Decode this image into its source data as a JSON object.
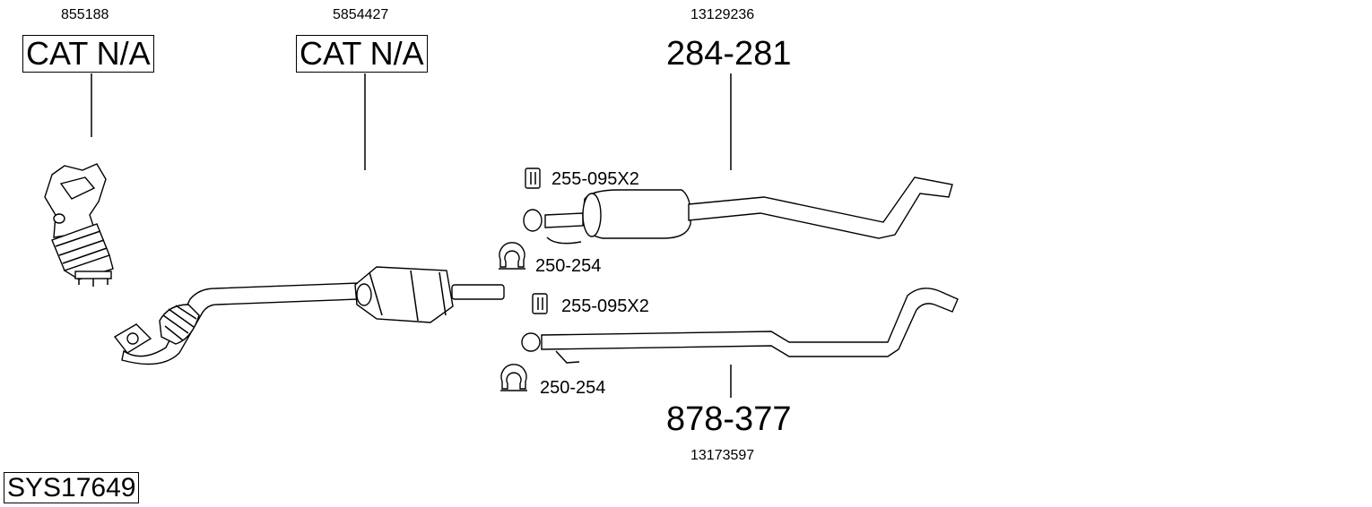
{
  "parts": {
    "manifold": {
      "oe_number": "855188",
      "part_label": "CAT N/A"
    },
    "catalyst": {
      "oe_number": "5854427",
      "part_label": "CAT N/A"
    },
    "rear_silencer": {
      "oe_number": "13129236",
      "part_label": "284-281"
    },
    "rear_pipe": {
      "oe_number": "13173597",
      "part_label": "878-377"
    }
  },
  "accessories": {
    "rubber_mount_top": "255-095X2",
    "clamp_top": "250-254",
    "rubber_mount_bottom": "255-095X2",
    "clamp_bottom": "250-254"
  },
  "system_id": "SYS17649",
  "icons": {
    "rubber_mount": "rubber-mount-icon",
    "clamp": "pipe-clamp-icon"
  },
  "colors": {
    "line": "#000000",
    "background": "#ffffff",
    "pipe_fill": "#ffffff",
    "shade": "#cfcfcf"
  }
}
